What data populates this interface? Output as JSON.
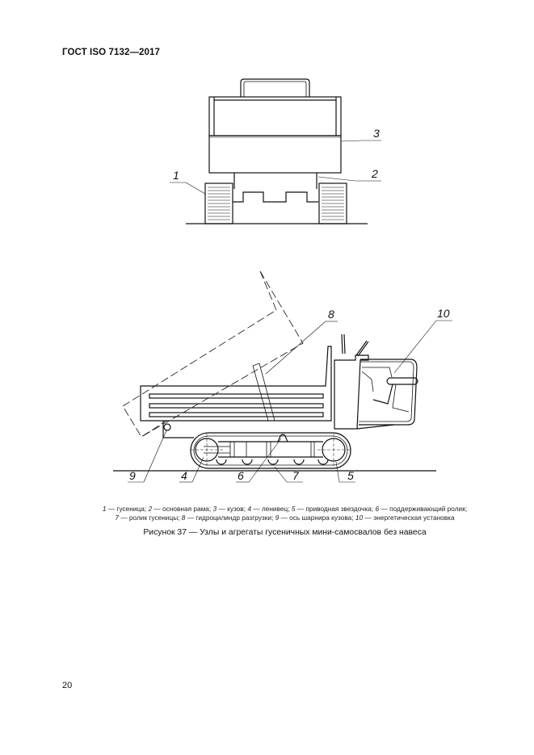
{
  "header": {
    "standard": "ГОСТ ISO 7132—2017"
  },
  "figure": {
    "front_view_labels": [
      "1",
      "2",
      "3"
    ],
    "side_view_labels": [
      "4",
      "5",
      "6",
      "7",
      "8",
      "9",
      "10"
    ]
  },
  "legend": {
    "items": [
      {
        "num": "1",
        "text": "гусеница;"
      },
      {
        "num": "2",
        "text": "основная рама;"
      },
      {
        "num": "3",
        "text": "кузов;"
      },
      {
        "num": "4",
        "text": "ленивец;"
      },
      {
        "num": "5",
        "text": "приводная звездочка;"
      },
      {
        "num": "6",
        "text": "поддерживающий ролик;"
      },
      {
        "num": "7",
        "text": "ролик гусеницы;"
      },
      {
        "num": "8",
        "text": "гидроцилиндр разгрузки;"
      },
      {
        "num": "9",
        "text": "ось шарнира кузова;"
      },
      {
        "num": "10",
        "text": "энергетическая установка"
      }
    ],
    "dash": "—"
  },
  "caption": "Рисунок 37 — Узлы и агрегаты гусеничных мини-самосвалов без навеса",
  "page_number": "20"
}
